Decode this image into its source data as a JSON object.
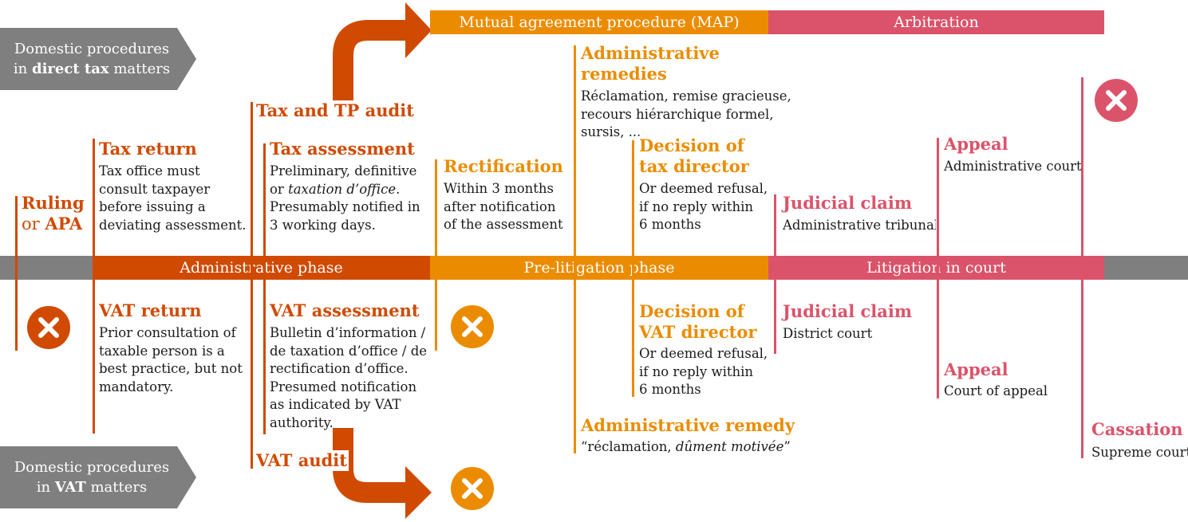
{
  "colors": {
    "dark_orange": "#d04a02",
    "orange": "#eb8c00",
    "pink": "#db536a",
    "grey": "#7f7f7f"
  },
  "top_bars": {
    "map": "Mutual agreement procedure (MAP)",
    "arbitration": "Arbitration"
  },
  "middle_bars": {
    "administrative": "Administrative phase",
    "pre_litigation": "Pre-litigation phase",
    "litigation": "Litigation in court"
  },
  "direct_chevron": {
    "line1": "Domestic procedures",
    "line2_pre": "in ",
    "line2_bold": "direct tax",
    "line2_post": " matters"
  },
  "vat_chevron": {
    "line1": "Domestic procedures",
    "line2_pre": "in ",
    "line2_bold": "VAT",
    "line2_post": " matters"
  },
  "ruling": {
    "line1": "Ruling",
    "line2_pre": "or ",
    "line2_bold": "APA"
  },
  "tax_return": {
    "title": "Tax return",
    "text": [
      "Tax office must",
      "consult taxpayer",
      "before issuing a",
      "deviating assessment."
    ]
  },
  "vat_return": {
    "title": "VAT return",
    "text": [
      "Prior consultation of",
      "taxable person is a",
      "best practice, but not",
      "mandatory."
    ]
  },
  "tax_tp_audit": {
    "title": "Tax and TP audit"
  },
  "tax_assessment": {
    "title": "Tax assessment",
    "line1": "Preliminary, definitive",
    "line2_pre": "or ",
    "line2_italic": "taxation d’office",
    "line2_post": ".",
    "line3": "Presumably notified in",
    "line4": "3 working days."
  },
  "vat_assessment": {
    "title": "VAT assessment",
    "text": [
      "Bulletin d’information /",
      "de taxation d’office / de",
      "rectification d’office.",
      "Presumed notification",
      "as indicated by VAT",
      "authority."
    ]
  },
  "vat_audit": {
    "title": "VAT audit"
  },
  "rectification": {
    "title": "Rectification",
    "text": [
      "Within 3 months",
      "after notification",
      "of the assessment"
    ]
  },
  "admin_remedies": {
    "title1": "Administrative",
    "title2": "remedies",
    "text": [
      "Réclamation, remise gracieuse,",
      "recours hiérarchique formel,",
      "sursis, ..."
    ]
  },
  "decision_tax": {
    "title1": "Decision of",
    "title2": "tax director",
    "text": [
      "Or deemed refusal,",
      "if no reply within",
      "6 months"
    ]
  },
  "decision_vat": {
    "title1": "Decision of",
    "title2": "VAT director",
    "text": [
      "Or deemed refusal,",
      "if no reply within",
      "6 months"
    ]
  },
  "admin_remedy": {
    "title": "Administrative remedy",
    "text_pre": "“réclamation, ",
    "text_italic": "dûment motivée",
    "text_post": "”"
  },
  "judicial_claim_tax": {
    "title": "Judicial claim",
    "text": "Administrative tribunal"
  },
  "judicial_claim_vat": {
    "title": "Judicial claim",
    "text": "District court"
  },
  "appeal_tax": {
    "title": "Appeal",
    "text": "Administrative court"
  },
  "appeal_vat": {
    "title": "Appeal",
    "text": "Court of appeal"
  },
  "cassation": {
    "title": "Cassation",
    "text": "Supreme court"
  },
  "icons": {
    "not_applicable": "close-circle-icon",
    "flow": "curved-arrow-icon"
  }
}
